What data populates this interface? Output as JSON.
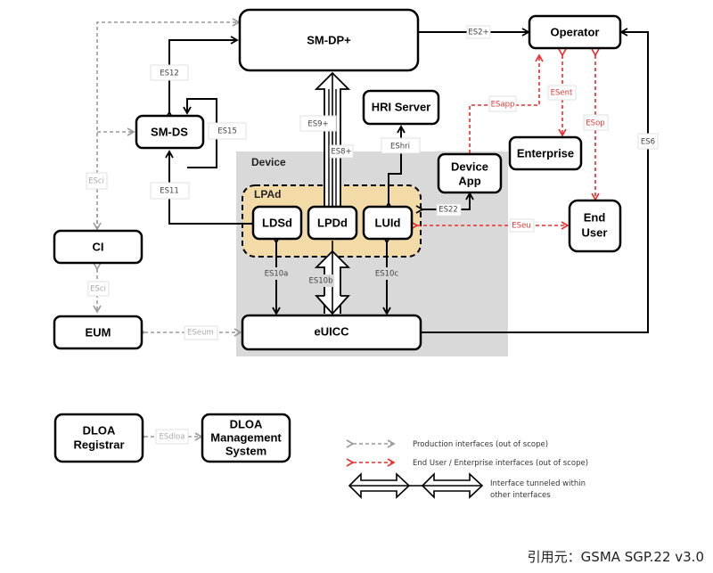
{
  "diagram": {
    "title": "eSIM Consumer Architecture",
    "regions": {
      "device": "Device",
      "lpad": "LPAd"
    },
    "nodes": {
      "smdp": "SM-DP+",
      "operator": "Operator",
      "smds": "SM-DS",
      "hri": "HRI Server",
      "enterprise": "Enterprise",
      "device_app_line1": "Device",
      "device_app_line2": "App",
      "ci": "CI",
      "eum": "EUM",
      "ldsd": "LDSd",
      "lpdd": "LPDd",
      "luid": "LUId",
      "enduser_line1": "End",
      "enduser_line2": "User",
      "euicc": "eUICC",
      "dloa_reg_line1": "DLOA",
      "dloa_reg_line2": "Registrar",
      "dloa_mgmt_line1": "DLOA",
      "dloa_mgmt_line2": "Management",
      "dloa_mgmt_line3": "System"
    },
    "interfaces": {
      "es2": "ES2+",
      "es12": "ES12",
      "es15": "ES15",
      "es9": "ES9+",
      "es8": "ES8+",
      "eshri": "EShri",
      "esapp": "ESapp",
      "esent": "ESent",
      "esop": "ESop",
      "es6": "ES6",
      "esci_top": "ESci",
      "esci_bottom": "ESci",
      "es11": "ES11",
      "es22": "ES22",
      "eseu": "ESeu",
      "es10a": "ES10a",
      "es10b": "ES10b",
      "es10c": "ES10c",
      "eseum": "ESeum",
      "esdloa": "ESdloa"
    },
    "legend": {
      "production": "Production interfaces (out of scope)",
      "enduser": "End User / Enterprise interfaces (out of scope)",
      "tunnel_line1": "Interface tunneled within",
      "tunnel_line2": "other interfaces"
    },
    "colors": {
      "device_region": "#d9d9d9",
      "lpad_region": "#f3dba8",
      "red_interface": "#ee2a2a",
      "gray_interface": "#999999"
    }
  },
  "citation": "引用元：GSMA SGP.22 v3.0"
}
